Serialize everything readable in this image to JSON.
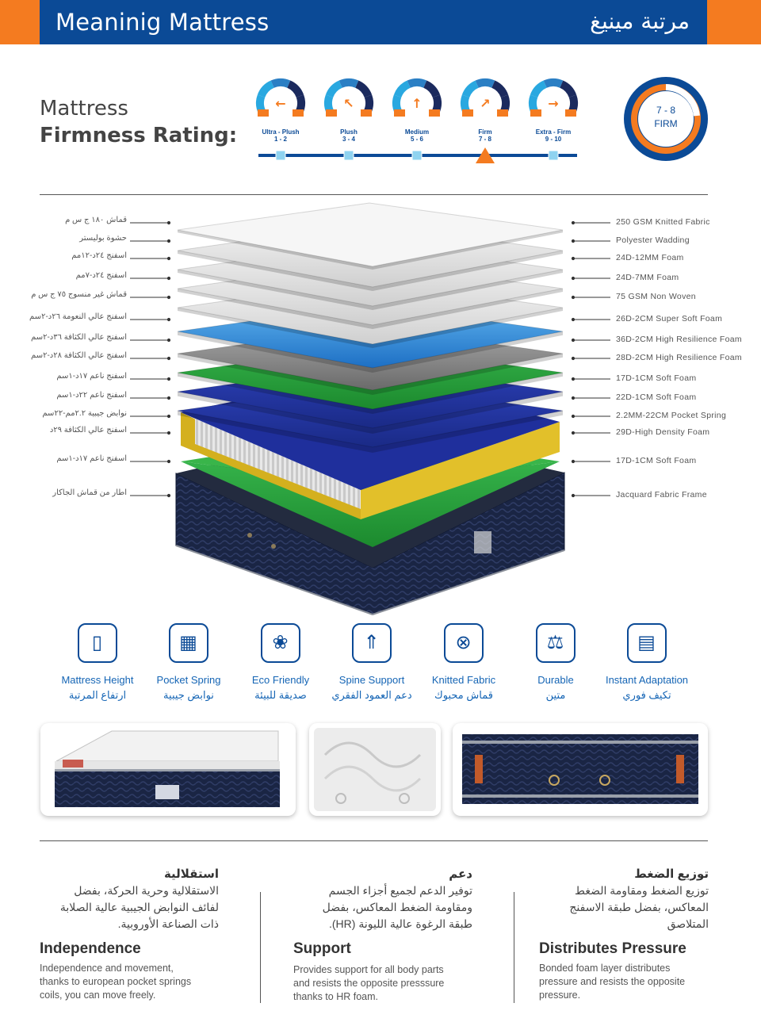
{
  "header": {
    "title_en": "Meaninig Mattress",
    "title_ar": "مرتبة مينيغ"
  },
  "firmness": {
    "title_line1": "Mattress",
    "title_line2": "Firmness Rating:",
    "levels": [
      {
        "name": "Ultra - Plush",
        "range": "1 - 2",
        "arrow": "←"
      },
      {
        "name": "Plush",
        "range": "3 - 4",
        "arrow": "↖"
      },
      {
        "name": "Medium",
        "range": "5 - 6",
        "arrow": "↑"
      },
      {
        "name": "Firm",
        "range": "7 - 8",
        "arrow": "↗"
      },
      {
        "name": "Extra - Firm",
        "range": "9 - 10",
        "arrow": "→"
      }
    ],
    "selected_index": 3,
    "badge_range": "7 - 8",
    "badge_word": "FIRM"
  },
  "layers": [
    {
      "en": "250 GSM Knitted Fabric",
      "ar": "قماش ١٨٠ ج س م"
    },
    {
      "en": "Polyester Wadding",
      "ar": "حشوة بوليستر"
    },
    {
      "en": "24D-12MM Foam",
      "ar": "اسفنج ٢٤د-١٢مم"
    },
    {
      "en": "24D-7MM Foam",
      "ar": "اسفنج ٢٤د-٧مم"
    },
    {
      "en": "75 GSM Non Woven",
      "ar": "قماش غير منسوج ٧٥ ج س م"
    },
    {
      "en": "26D-2CM Super Soft Foam",
      "ar": "اسفنج عالي النعومة ٢٦د-٢سم"
    },
    {
      "en": "36D-2CM High Resilience Foam",
      "ar": "اسفنج عالي الكثافة ٣٦د-٢سم"
    },
    {
      "en": "28D-2CM High Resilience Foam",
      "ar": "اسفنج عالي الكثافة ٢٨د-٢سم"
    },
    {
      "en": "17D-1CM Soft Foam",
      "ar": "اسفنج ناعم ١٧د-١سم"
    },
    {
      "en": "22D-1CM Soft Foam",
      "ar": "اسفنج ناعم ٢٢د-١سم"
    },
    {
      "en": "2.2MM-22CM Pocket Spring",
      "ar": "نوابض جيبية ٢.٢مم-٢٢سم"
    },
    {
      "en": "29D-High Density Foam",
      "ar": "اسفنج عالي الكثافة ٢٩د"
    },
    {
      "en": "17D-1CM Soft Foam",
      "ar": "اسفنج ناعم ١٧د-١سم"
    },
    {
      "en": "Jacquard Fabric Frame",
      "ar": "اطار من قماش الجاكار"
    }
  ],
  "features": [
    {
      "en": "Mattress Height",
      "ar": "ارتفاع المرتبة",
      "icon": "mattress-height-icon"
    },
    {
      "en": "Pocket Spring",
      "ar": "نوابض جيبية",
      "icon": "pocket-spring-icon"
    },
    {
      "en": "Eco Friendly",
      "ar": "صديقة للبيئة",
      "icon": "eco-friendly-icon"
    },
    {
      "en": "Spine Support",
      "ar": "دعم العمود الفقري",
      "icon": "spine-support-icon"
    },
    {
      "en": "Knitted Fabric",
      "ar": "قماش محبوك",
      "icon": "knitted-fabric-icon"
    },
    {
      "en": "Durable",
      "ar": "متين",
      "icon": "durable-icon"
    },
    {
      "en": "Instant Adaptation",
      "ar": "تكيف فوري",
      "icon": "instant-adaptation-icon"
    }
  ],
  "benefits": [
    {
      "ar_title": "استقلالية",
      "ar_body": [
        "الاستقلالية وحرية الحركة، بفضل",
        "لفائف النوابض الجيبية عالية الصلابة",
        "ذات الصناعة الأوروبية."
      ],
      "en_title": "Independence",
      "en_body": [
        "Independence and movement,",
        "thanks to european pocket springs",
        "coils, you can move freely."
      ]
    },
    {
      "ar_title": "دعم",
      "ar_body": [
        "توفير الدعم لجميع أجزاء الجسم",
        "ومقاومة الضغط المعاكس، بفضل",
        "طبقة الرغوة عالية الليونة (HR)."
      ],
      "en_title": "Support",
      "en_body": [
        "Provides support for all body parts",
        "and resists the opposite presssure",
        "thanks to HR foam."
      ]
    },
    {
      "ar_title": "توزيع الضغط",
      "ar_body": [
        "توزيع الضغط ومقاومة الضغط",
        "المعاكس، بفضل طبقة الاسفنج",
        "المتلاصق"
      ],
      "en_title": "Distributes Pressure",
      "en_body": [
        "Bonded foam layer distributes",
        "pressure and resists the opposite",
        "pressure."
      ]
    }
  ],
  "colors": {
    "brand_blue": "#0b4a96",
    "accent_orange": "#f47b20",
    "gauge_cyan": "#29a8e0",
    "gauge_navy": "#1b2a5e"
  }
}
